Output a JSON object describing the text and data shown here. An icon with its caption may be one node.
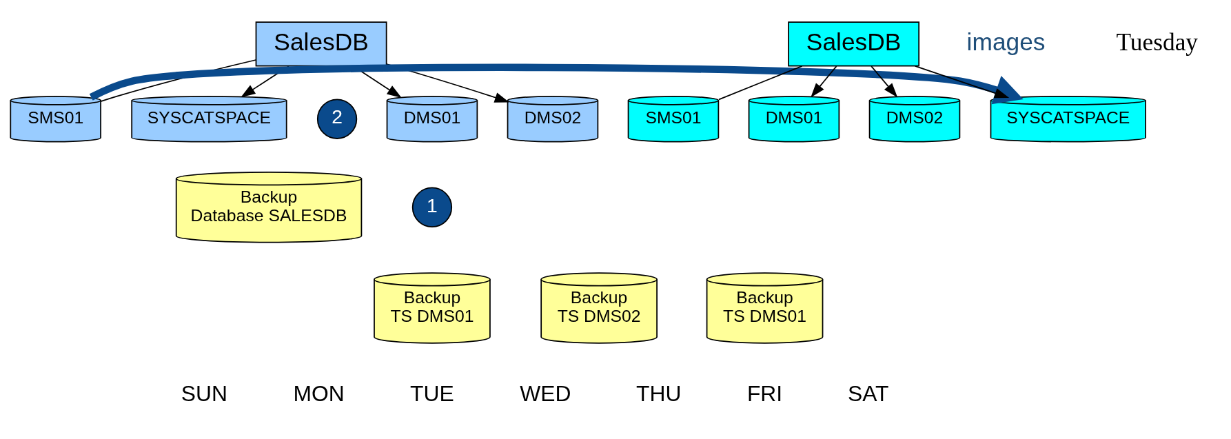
{
  "diagram": {
    "nodes": [
      {
        "text": [
          "SalesDB"
        ]
      },
      {
        "text": [
          "SYSCATSPACE"
        ]
      },
      {
        "text": [
          "SMS01"
        ]
      },
      {
        "text": [
          "DMS01"
        ]
      },
      {
        "text": [
          "DMS02"
        ]
      },
      {
        "text": [
          "SalesDB"
        ]
      },
      {
        "text": [
          "SYSCATSPACE"
        ]
      },
      {
        "text": [
          "SMS01"
        ]
      },
      {
        "text": [
          "DMS01"
        ]
      },
      {
        "text": [
          "DMS02"
        ]
      },
      {
        "text": [
          "2"
        ]
      },
      {
        "text": [
          "Backup Database SALESDB"
        ]
      },
      {
        "text": [
          "1"
        ]
      },
      {
        "text": [
          "Backup TS DMS01"
        ]
      },
      {
        "text": [
          "Backup TS DMS02"
        ]
      },
      {
        "text": [
          "Backup TS DMS01"
        ]
      }
    ],
    "edges": [
      {
        "from": 0,
        "to": 1,
        "arrow": "to"
      },
      {
        "from": 0,
        "to": 3,
        "arrow": "to"
      },
      {
        "from": 0,
        "to": 4,
        "arrow": "to"
      },
      {
        "from": 0,
        "to": 2,
        "arrow": "none"
      },
      {
        "from": 2,
        "to": 6,
        "arrow": "to",
        "style": "thick",
        "color": "#0a4a8c"
      },
      {
        "from": 5,
        "to": 6,
        "arrow": "to"
      },
      {
        "from": 5,
        "to": 8,
        "arrow": "to"
      },
      {
        "from": 5,
        "to": 9,
        "arrow": "to"
      },
      {
        "from": 5,
        "to": 7,
        "arrow": "none"
      }
    ],
    "labels": [
      "images",
      "Tuesday",
      "SUN",
      "MON",
      "TUE",
      "WED",
      "THU",
      "FRI",
      "SAT"
    ]
  }
}
